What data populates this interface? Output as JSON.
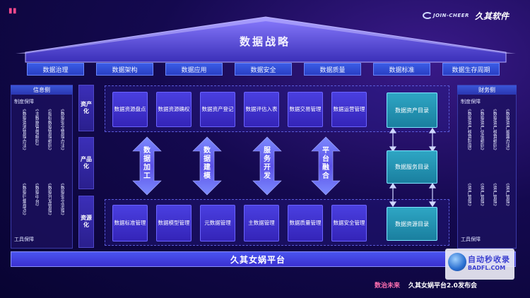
{
  "brand": {
    "logo_en": "JOIN-CHEER",
    "logo_cn": "久其软件"
  },
  "title": "数据战略",
  "top_items": [
    "数据治理",
    "数据架构",
    "数据应用",
    "数据安全",
    "数据质量",
    "数据标准",
    "数据生存周期"
  ],
  "left_panel": {
    "header": "信息侧",
    "policy_label": "制度保障",
    "tool_label": "工具保障",
    "policy_items": [
      "《数据资源管理办法》",
      "《主数据管理细则》",
      "《指标数据管理细则》",
      "《数据安全管理办法》"
    ],
    "tool_items": [
      "《数据归集盘点》",
      "《数据中台》",
      "《数据开发管理》",
      "《数据安全治理》"
    ]
  },
  "right_panel": {
    "header": "财务侧",
    "policy_label": "制度保障",
    "tool_label": "工具保障",
    "policy_items": [
      "《数据资产核算制度》",
      "《数据资产估值细则》",
      "《数据资产核算细则》",
      "《数据资产披露办法》"
    ],
    "tool_items": [
      "《资产管理》",
      "《资产管理》",
      "《资产管理》",
      "《资产管理》"
    ]
  },
  "row_labels": {
    "assetization": "资产化",
    "productization": "产品化",
    "resourcization": "资源化"
  },
  "asset_boxes": [
    "数据资源盘点",
    "数据资源确权",
    "数据资产登记",
    "数据评估入表",
    "数据交易管理",
    "数据运营管理"
  ],
  "resource_boxes": [
    "数据标准管理",
    "数据模型管理",
    "元数据管理",
    "主数据管理",
    "数据质量管理",
    "数据安全管理"
  ],
  "arrows": [
    "数据加工",
    "数据建模",
    "服务开发",
    "平台融合"
  ],
  "right_column": [
    "数据资产目录",
    "数据服务目录",
    "数据资源目录"
  ],
  "bottom_bar": "久其女娲平台",
  "footer": {
    "left": "数治未来",
    "right": "久其女娲平台2.0发布会"
  },
  "watermark": {
    "cn": "自动秒收录",
    "en": "BADFL.COM"
  }
}
